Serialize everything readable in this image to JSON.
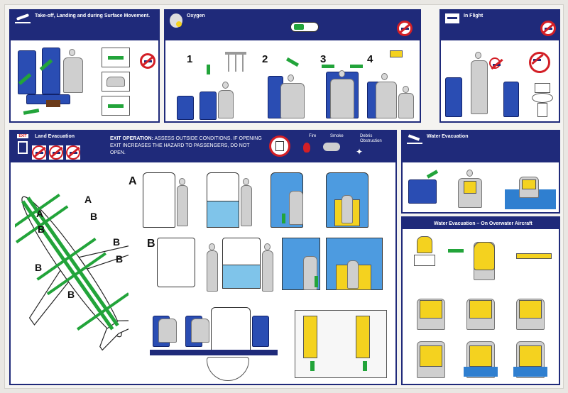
{
  "panels": {
    "takeoff": {
      "title": "Take-off, Landing and during Surface Movement."
    },
    "oxygen": {
      "title": "Oxygen",
      "steps": [
        "1",
        "2",
        "3",
        "4"
      ]
    },
    "inflight": {
      "title": "In Flight"
    },
    "land_evac": {
      "title": "Land Evacuation",
      "exit_label": "EXIT",
      "exit_operation_bold": "EXIT OPERATION:",
      "exit_operation_text": "ASSESS OUTSIDE CONDITIONS. IF OPENING EXIT INCREASES THE HAZARD TO PASSENGERS, DO NOT OPEN.",
      "hazards": [
        "Fire",
        "Smoke",
        "Debris Obstruction"
      ],
      "row_labels": [
        "A",
        "B"
      ],
      "plane_labels": [
        "A",
        "A",
        "B",
        "B",
        "B",
        "B",
        "B",
        "B"
      ]
    },
    "water_evac": {
      "title": "Water Evacuation"
    },
    "water_evac_overwater": {
      "title": "Water Evacuation – On Overwater Aircraft"
    }
  },
  "colors": {
    "navy": "#1f2a7a",
    "green": "#22a43a",
    "red": "#d31f26",
    "yellow": "#f4d21f",
    "seat_blue": "#2a4db3"
  }
}
